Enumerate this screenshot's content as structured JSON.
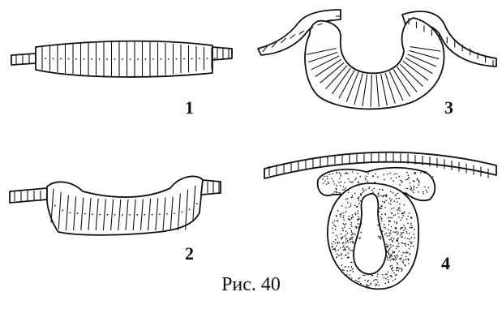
{
  "figure": {
    "caption": "Рис. 40",
    "stages": [
      {
        "number": "1"
      },
      {
        "number": "2"
      },
      {
        "number": "3"
      },
      {
        "number": "4"
      }
    ]
  }
}
